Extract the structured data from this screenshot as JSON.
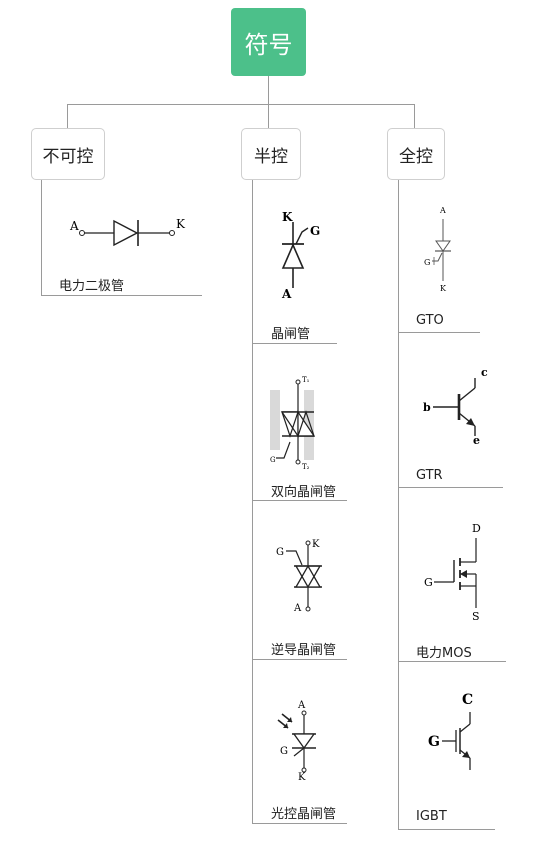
{
  "root": {
    "label": "符号"
  },
  "categories": [
    {
      "label": "不可控",
      "devices": [
        {
          "label": "电力二极管",
          "symbol": "diode-symbol"
        }
      ]
    },
    {
      "label": "半控",
      "devices": [
        {
          "label": "晶闸管",
          "symbol": "thyristor-symbol"
        },
        {
          "label": "双向晶闸管",
          "symbol": "triac-symbol"
        },
        {
          "label": "逆导晶闸管",
          "symbol": "reverse-conducting-thyristor-symbol"
        },
        {
          "label": "光控晶闸管",
          "symbol": "light-triggered-thyristor-symbol"
        }
      ]
    },
    {
      "label": "全控",
      "devices": [
        {
          "label": "GTO",
          "symbol": "gto-symbol"
        },
        {
          "label": "GTR",
          "symbol": "gtr-symbol"
        },
        {
          "label": "电力MOS",
          "symbol": "power-mosfet-symbol"
        },
        {
          "label": "IGBT",
          "symbol": "igbt-symbol"
        }
      ]
    }
  ],
  "terminals": {
    "diode": {
      "a": "A",
      "k": "K"
    },
    "thyristor": {
      "k": "K",
      "g": "G",
      "a": "A"
    },
    "triac": {
      "t1": "T₁",
      "t2": "T₂",
      "g": "G"
    },
    "rct": {
      "g": "G",
      "k": "K",
      "a": "A"
    },
    "ltt": {
      "a": "A",
      "g": "G",
      "k": "K"
    },
    "gto": {
      "a": "A",
      "g": "G",
      "k": "K"
    },
    "gtr": {
      "c": "c",
      "b": "b",
      "e": "e"
    },
    "mos": {
      "d": "D",
      "g": "G",
      "s": "S"
    },
    "igbt": {
      "c": "C",
      "g": "G"
    }
  },
  "colors": {
    "root_fill": "#4cc08a",
    "connector": "#9a9a9a",
    "box_border": "#cfcfcf"
  }
}
